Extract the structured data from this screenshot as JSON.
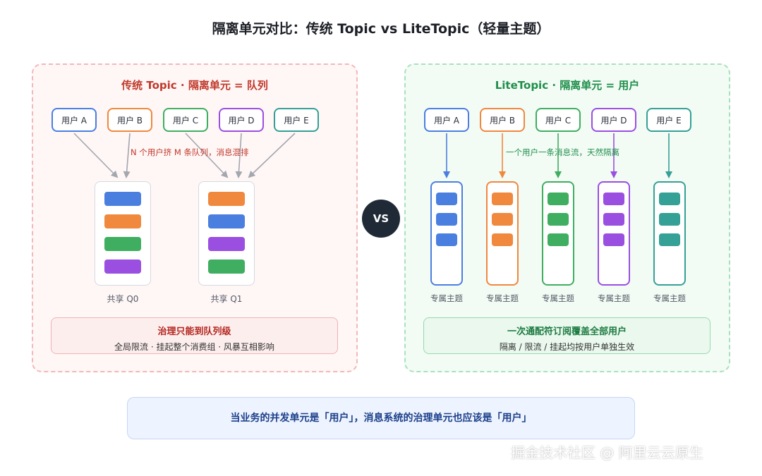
{
  "title": "隔离单元对比：传统 Topic vs LiteTopic（轻量主题）",
  "vs_label": "VS",
  "left": {
    "title": "传统 Topic · 隔离单元 = 队列",
    "users": [
      {
        "label": "用户 A",
        "color": "#4a7fe0"
      },
      {
        "label": "用户 B",
        "color": "#f0883e"
      },
      {
        "label": "用户 C",
        "color": "#3fae60"
      },
      {
        "label": "用户 D",
        "color": "#9a4fe0"
      },
      {
        "label": "用户 E",
        "color": "#35a096"
      }
    ],
    "note": "N 个用户挤 M 条队列，消息混排",
    "queues": [
      {
        "label": "共享 Q0",
        "messages": [
          "#4a7fe0",
          "#f0883e",
          "#3fae60",
          "#9a4fe0"
        ]
      },
      {
        "label": "共享 Q1",
        "messages": [
          "#f0883e",
          "#4a7fe0",
          "#9a4fe0",
          "#3fae60"
        ]
      }
    ],
    "summary_title": "治理只能到队列级",
    "summary_sub": "全局限流 · 挂起整个消费组 · 风暴互相影响"
  },
  "right": {
    "title": "LiteTopic · 隔离单元 = 用户",
    "users": [
      {
        "label": "用户 A",
        "color": "#4a7fe0"
      },
      {
        "label": "用户 B",
        "color": "#f0883e"
      },
      {
        "label": "用户 C",
        "color": "#3fae60"
      },
      {
        "label": "用户 D",
        "color": "#9a4fe0"
      },
      {
        "label": "用户 E",
        "color": "#35a096"
      }
    ],
    "note": "一个用户一条消息流，天然隔离",
    "topic_label": "专属主题",
    "summary_title": "一次通配符订阅覆盖全部用户",
    "summary_sub": "隔离 / 限流 / 挂起均按用户单独生效"
  },
  "conclusion": "当业务的并发单元是「用户」，消息系统的治理单元也应该是「用户」",
  "watermark": "掘金技术社区 @ 阿里云云原生"
}
